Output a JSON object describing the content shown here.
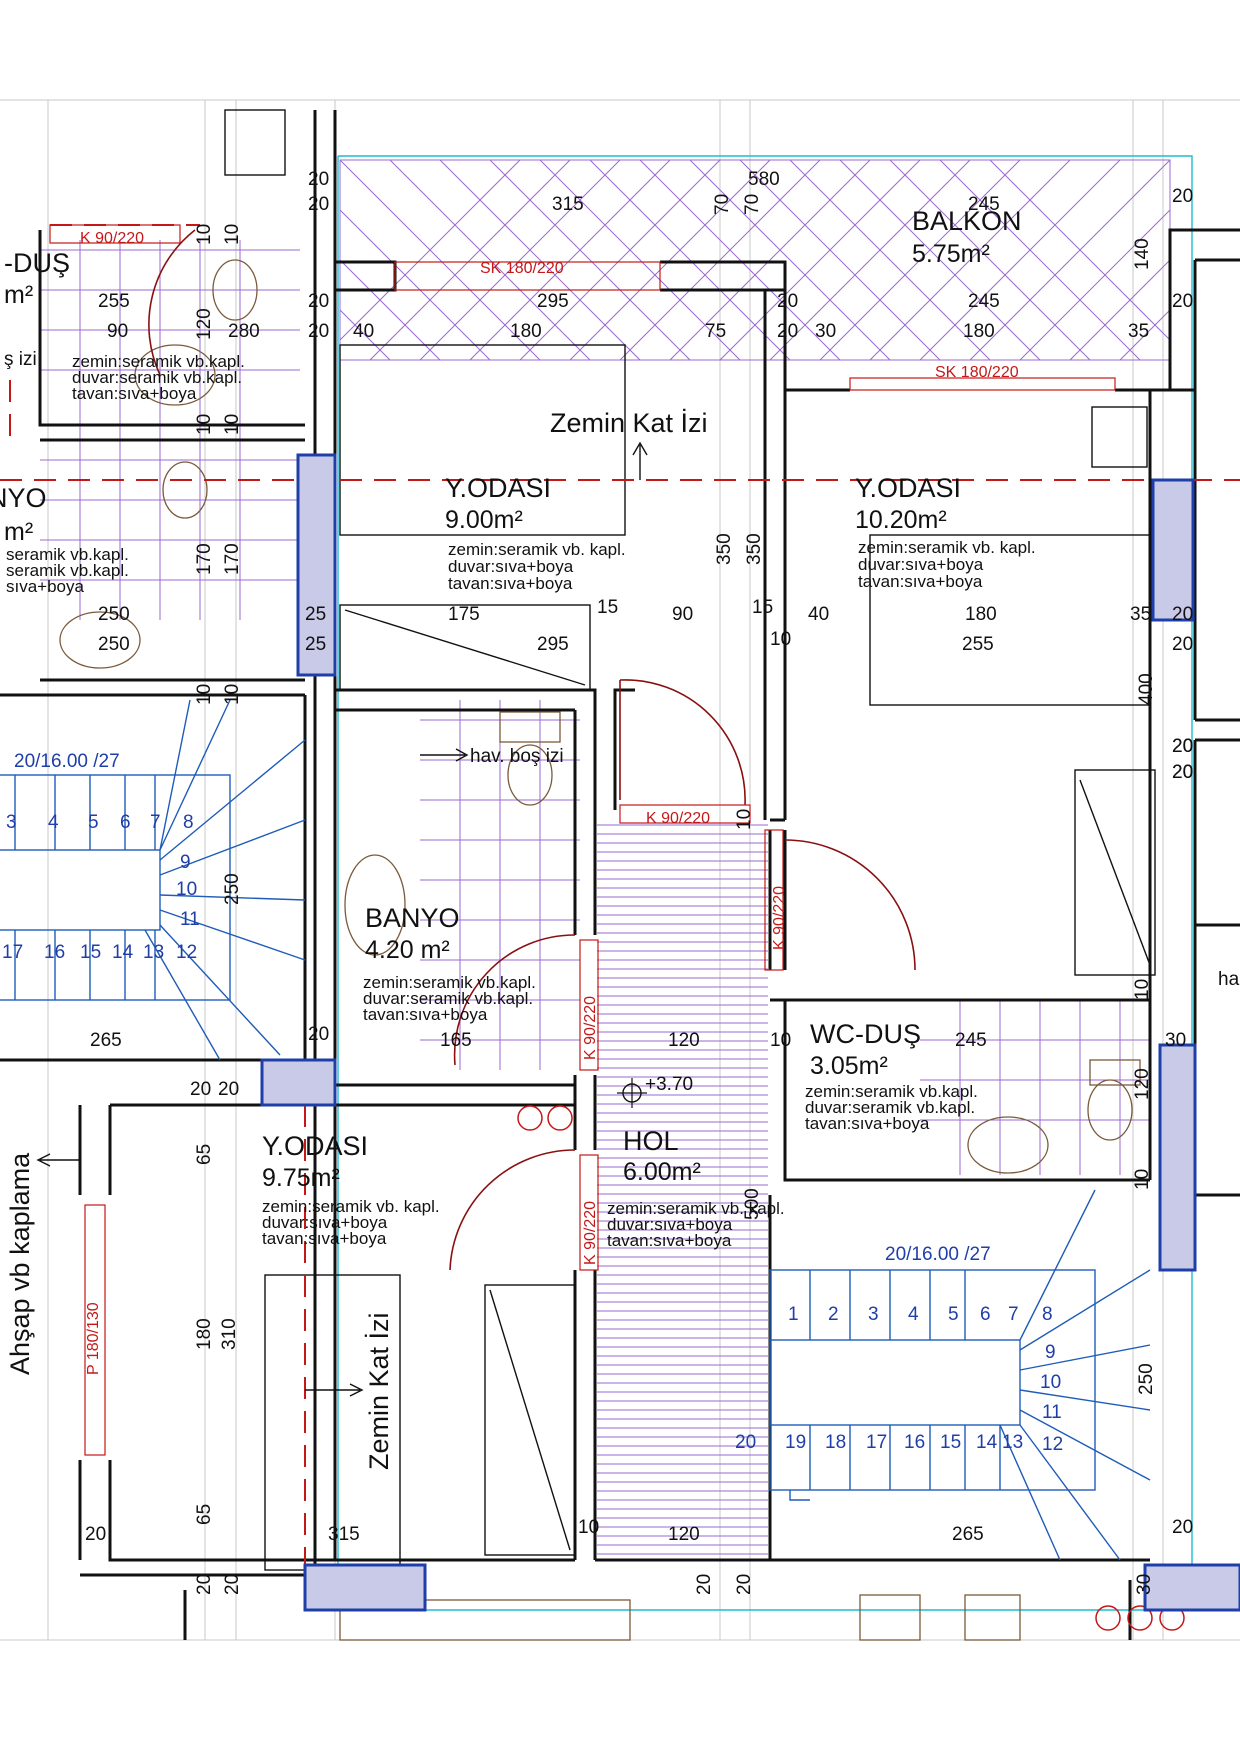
{
  "rooms": {
    "balkon": {
      "name": "BALKON",
      "area": "5.75m²"
    },
    "y_odasi_1": {
      "name": "Y.ODASI",
      "area": "9.00m²",
      "zemin": "zemin:seramik vb. kapl.",
      "duvar": "duvar:sıva+boya",
      "tavan": "tavan:sıva+boya"
    },
    "y_odasi_2": {
      "name": "Y.ODASI",
      "area": "10.20m²",
      "zemin": "zemin:seramik vb. kapl.",
      "duvar": "duvar:sıva+boya",
      "tavan": "tavan:sıva+boya"
    },
    "banyo": {
      "name": "BANYO",
      "area": "4.20 m²",
      "zemin": "zemin:seramik vb.kapl.",
      "duvar": "duvar:seramik vb.kapl.",
      "tavan": "tavan:sıva+boya"
    },
    "wc_dus": {
      "name": "WC-DUŞ",
      "area": "3.05m²",
      "zemin": "zemin:seramik vb.kapl.",
      "duvar": "duvar:seramik vb.kapl.",
      "tavan": "tavan:sıva+boya"
    },
    "y_odasi_3": {
      "name": "Y.ODASI",
      "area": "9.75m²",
      "zemin": "zemin:seramik vb. kapl.",
      "duvar": "duvar:sıva+boya",
      "tavan": "tavan:sıva+boya"
    },
    "hol": {
      "name": "HOL",
      "area": "6.00m²",
      "zemin": "zemin:seramik vb. kapl.",
      "duvar": "duvar:sıva+boya",
      "tavan": "tavan:sıva+boya"
    },
    "left_dus": {
      "name": "-DUŞ",
      "area": "m²",
      "zemin": "zemin:seramik vb.kapl.",
      "duvar": "duvar:seramik vb.kapl.",
      "tavan": "tavan:sıva+boya"
    },
    "left_banyo": {
      "name": "NYO",
      "area": "m²",
      "zemin": "seramik vb.kapl.",
      "duvar": "seramik vb.kapl.",
      "tavan": "sıva+boya"
    }
  },
  "notes": {
    "zemin_kat_izi": "Zemin Kat İzi",
    "zemin_kat_izi_v": "Zemin Kat İzi",
    "hav_bos_izi": "hav. boş izi",
    "s_izi": "ş izi",
    "ahsap": "Ahşap vb kaplama",
    "level": "+3.70",
    "ha": "ha"
  },
  "openings": {
    "k1": "K 90/220",
    "k2": "K 90/220",
    "k3": "K 90/220",
    "k4": "K 90/220",
    "k5": "K 90/220",
    "sk1": "SK 180/220",
    "sk2": "SK 180/220",
    "p1": "P 180/130"
  },
  "stairs": {
    "left_label": "20/16.00 /27",
    "right_label": "20/16.00 /27",
    "left_numbers": [
      "3",
      "4",
      "5",
      "6",
      "7",
      "8",
      "9",
      "10",
      "11",
      "12",
      "13",
      "14",
      "15",
      "16",
      "17"
    ],
    "right_numbers": [
      "1",
      "2",
      "3",
      "4",
      "5",
      "6",
      "7",
      "8",
      "9",
      "10",
      "11",
      "12",
      "13",
      "14",
      "15",
      "16",
      "17",
      "18",
      "19",
      "20"
    ]
  },
  "dims": {
    "d580": "580",
    "d315a": "315",
    "d245a": "245",
    "d70a": "70",
    "d70b": "70",
    "d20a": "20",
    "d20b": "20",
    "d140": "140",
    "d20c": "20",
    "d20d": "20",
    "d295a": "295",
    "d245b": "245",
    "d40a": "40",
    "d180a": "180",
    "d75": "75",
    "d30a": "30",
    "d180b": "180",
    "d35a": "35",
    "d20e": "20",
    "d20f": "20",
    "d20g": "20",
    "d20h": "20",
    "d350a": "350",
    "d350b": "350",
    "d25a": "25",
    "d175": "175",
    "d15a": "15",
    "d90a": "90",
    "d15b": "15",
    "d40b": "40",
    "d180c": "180",
    "d35b": "35",
    "d20i": "20",
    "d25b": "25",
    "d295b": "295",
    "d10a": "10",
    "d255a": "255",
    "d20j": "20",
    "d400": "400",
    "d20k": "20",
    "d20l": "20",
    "d10b": "10",
    "d165": "165",
    "d120a": "120",
    "d10c": "10",
    "d245c": "245",
    "d30b": "30",
    "d120b": "120",
    "d10d": "10",
    "d10e": "10",
    "d20m": "20",
    "d20n": "20",
    "d20o": "20",
    "d65a": "65",
    "d180d": "180",
    "d310": "310",
    "d65b": "65",
    "d315b": "315",
    "d500": "500",
    "d250a": "250",
    "d20p": "20",
    "d10f": "10",
    "d120c": "120",
    "d265a": "265",
    "d20q": "20",
    "d20r": "20",
    "d20s": "20",
    "d20t": "20",
    "d20u": "20",
    "d30c": "30",
    "d255b": "255",
    "d90b": "90",
    "d120d": "120",
    "d280": "280",
    "d10g": "10",
    "d10h": "10",
    "d10i": "10",
    "d10j": "10",
    "d170a": "170",
    "d170b": "170",
    "d250b": "250",
    "d250c": "250",
    "d10k": "10",
    "d10l": "10",
    "d250d": "250",
    "d265b": "265",
    "d20v": "20",
    "d20w": "20"
  },
  "colors": {
    "wall": "#111111",
    "red": "#c41818",
    "blue": "#1f3fa8",
    "purple": "#9b6ad0",
    "cyan": "#1fbcd0",
    "brown": "#7a5a3a"
  }
}
